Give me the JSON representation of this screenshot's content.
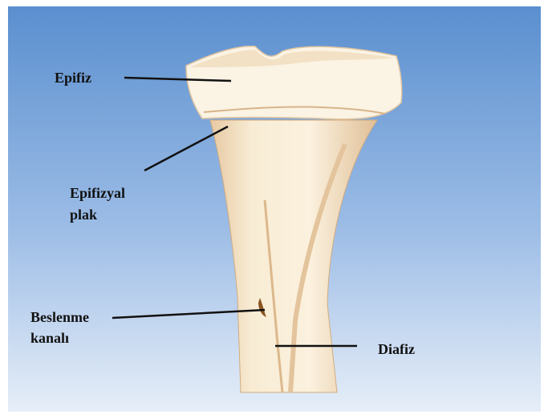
{
  "labels": {
    "epifiz": "Epifiz",
    "epifizyal_plak_line1": "Epifizyal",
    "epifizyal_plak_line2": "plak",
    "beslenme_kanali_line1": "Beslenme",
    "beslenme_kanali_line2": "kanalı",
    "diafiz": "Diafiz"
  },
  "colors": {
    "background_top": "#5a8fcf",
    "background_bottom": "#e6eef8",
    "bone_fill": "#f6e8cc",
    "bone_shadow": "#e1c29a",
    "leader_line": "#111111"
  }
}
